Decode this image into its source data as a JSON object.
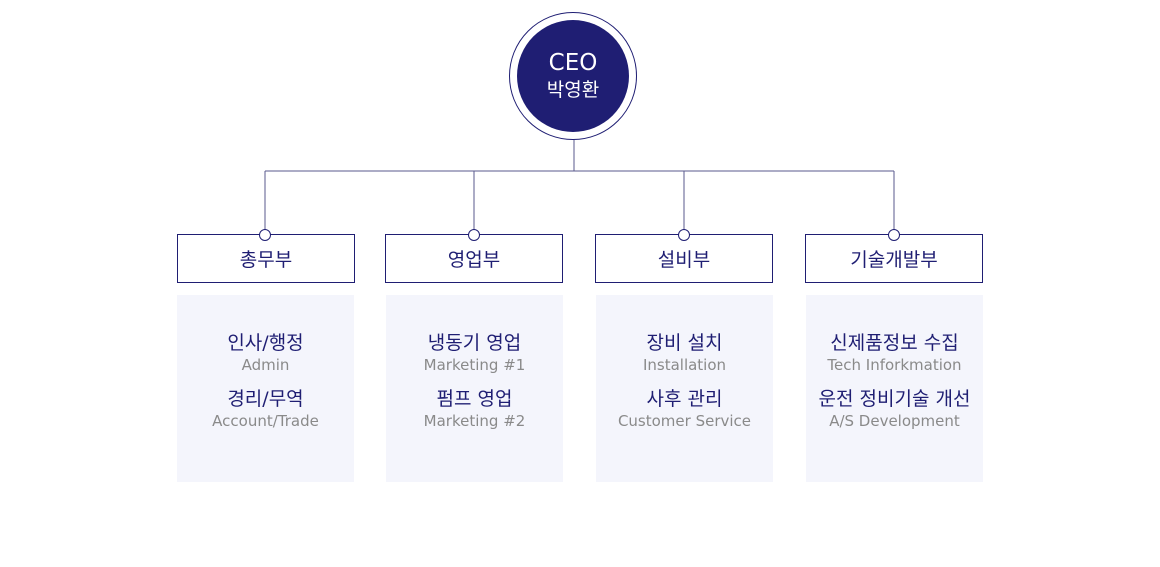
{
  "ceo": {
    "title": "CEO",
    "name": "박영환"
  },
  "departments": [
    {
      "name": "총무부",
      "teams": [
        {
          "ko": "인사/행정",
          "en": "Admin"
        },
        {
          "ko": "경리/무역",
          "en": "Account/Trade"
        }
      ]
    },
    {
      "name": "영업부",
      "teams": [
        {
          "ko": "냉동기 영업",
          "en": "Marketing #1"
        },
        {
          "ko": "펌프 영업",
          "en": "Marketing #2"
        }
      ]
    },
    {
      "name": "설비부",
      "teams": [
        {
          "ko": "장비 설치",
          "en": "Installation"
        },
        {
          "ko": "사후 관리",
          "en": "Customer Service"
        }
      ]
    },
    {
      "name": "기술개발부",
      "teams": [
        {
          "ko": "신제품정보 수집",
          "en": "Tech Inforkmation"
        },
        {
          "ko": "운전 정비기술 개선",
          "en": "A/S Development"
        }
      ]
    }
  ],
  "colors": {
    "primary": "#1f1e73",
    "line": "#5a5a8c",
    "box_bg": "#f4f5fc",
    "subtext": "#8a8a8a"
  }
}
